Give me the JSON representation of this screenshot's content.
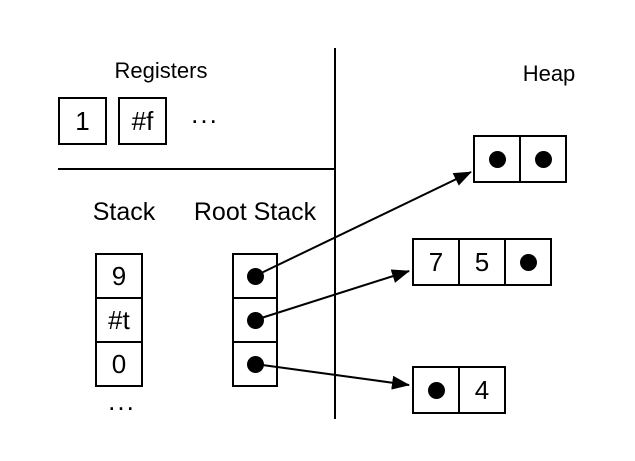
{
  "colors": {
    "ink": "#000000",
    "background": "#ffffff"
  },
  "registers": {
    "title": "Registers",
    "boxes": [
      "1",
      "#f"
    ],
    "ellipsis": "..."
  },
  "stack": {
    "title": "Stack",
    "cells": [
      "9",
      "#t",
      "0"
    ],
    "ellipsis": "..."
  },
  "root_stack": {
    "title": "Root Stack",
    "slots": [
      {
        "kind": "pointer"
      },
      {
        "kind": "pointer"
      },
      {
        "kind": "pointer"
      }
    ]
  },
  "heap": {
    "title": "Heap",
    "objects": [
      {
        "name": "pair-top",
        "cells": [
          {
            "kind": "pointer"
          },
          {
            "kind": "pointer"
          }
        ]
      },
      {
        "name": "triple",
        "cells": [
          {
            "kind": "value",
            "text": "7"
          },
          {
            "kind": "value",
            "text": "5"
          },
          {
            "kind": "pointer"
          }
        ]
      },
      {
        "name": "pair-bottom",
        "cells": [
          {
            "kind": "pointer"
          },
          {
            "kind": "value",
            "text": "4"
          }
        ]
      }
    ]
  },
  "arrows": [
    {
      "from": "root-stack-slot-1",
      "to": "heap-object-pair-top"
    },
    {
      "from": "root-stack-slot-2",
      "to": "heap-object-triple"
    },
    {
      "from": "root-stack-slot-3",
      "to": "heap-object-pair-bottom"
    }
  ]
}
